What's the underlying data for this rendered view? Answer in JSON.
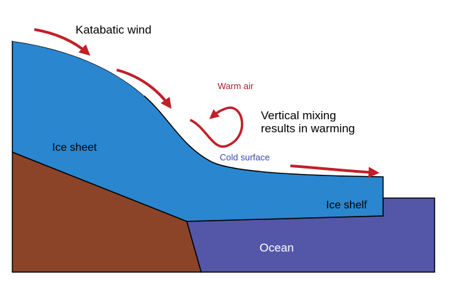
{
  "labels": {
    "katabatic_wind": "Katabatic wind",
    "warm_air": "Warm air",
    "vertical_mixing_line1": "Vertical mixing",
    "vertical_mixing_line2": "results in warming",
    "cold_surface": "Cold surface",
    "ice_sheet": "Ice sheet",
    "ice_shelf": "Ice shelf",
    "ocean": "Ocean"
  },
  "colors": {
    "ice": "#2a86cf",
    "bedrock": "#8b4428",
    "ocean": "#5457a8",
    "arrow": "#c0202a",
    "warm_air_text": "#b02030",
    "cold_surface_text": "#3a4aa8",
    "outline": "#000000"
  }
}
